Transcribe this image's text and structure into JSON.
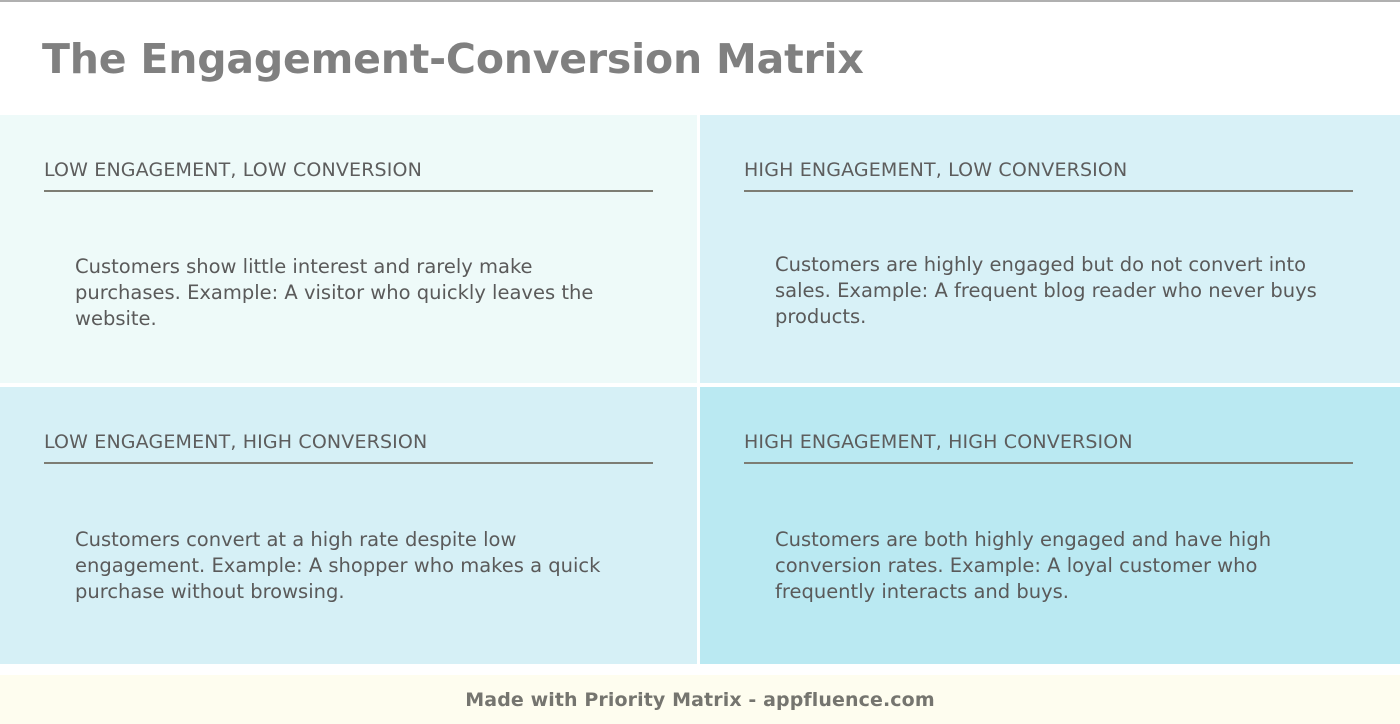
{
  "header": {
    "title": "The Engagement-Conversion Matrix"
  },
  "matrix": {
    "quadrants": [
      {
        "key": "low-engagement-low-conversion",
        "header": "LOW ENGAGEMENT, LOW CONVERSION",
        "body": "Customers show little interest and rarely make purchases. Example: A visitor who quickly leaves the website.",
        "background": "#eefaf9"
      },
      {
        "key": "high-engagement-low-conversion",
        "header": "HIGH ENGAGEMENT, LOW CONVERSION",
        "body": "Customers are highly engaged but do not convert into sales. Example: A frequent blog reader who never buys products.",
        "background": "#d8f1f7"
      },
      {
        "key": "low-engagement-high-conversion",
        "header": "LOW ENGAGEMENT, HIGH CONVERSION",
        "body": "Customers convert at a high rate despite low engagement. Example: A shopper who makes a quick purchase without browsing.",
        "background": "#d6f0f6"
      },
      {
        "key": "high-engagement-high-conversion",
        "header": "HIGH ENGAGEMENT, HIGH CONVERSION",
        "body": "Customers are both highly engaged and have high conversion rates. Example: A loyal customer who frequently interacts and buys.",
        "background": "#bae9f2"
      }
    ]
  },
  "footer": {
    "text": "Made with Priority Matrix - appfluence.com",
    "background": "#fefdef"
  },
  "colors": {
    "title_text": "#808080",
    "quadrant_header_text": "#5d5d5d",
    "quadrant_body_text": "#5a5a5a",
    "divider_rule": "#7d7d74",
    "footer_text": "#75756f",
    "top_border": "#b0b0b0"
  }
}
